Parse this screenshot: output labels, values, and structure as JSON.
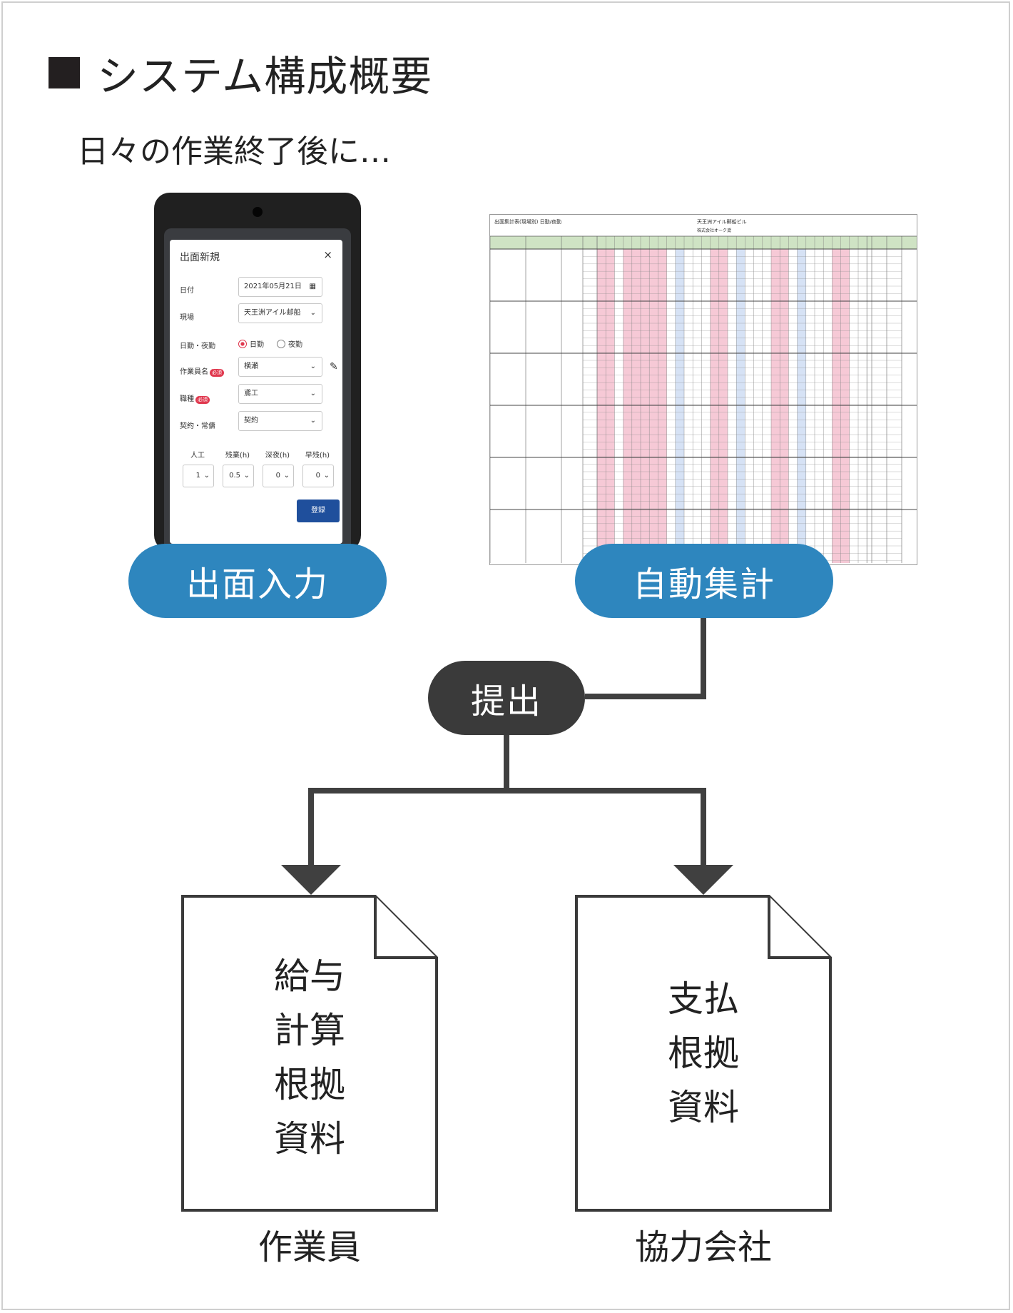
{
  "header": {
    "title": "システム構成概要",
    "subtitle": "日々の作業終了後に…"
  },
  "phone": {
    "modal_title": "出面新規",
    "close": "×",
    "fields": [
      {
        "label": "日付",
        "value": "2021年05月21日"
      },
      {
        "label": "現場",
        "value": "天王洲アイル邮船"
      },
      {
        "label": "日勤・夜勤"
      },
      {
        "label": "作業員名",
        "value": "横瀬",
        "required": "必須"
      },
      {
        "label": "職種",
        "value": "鳶工",
        "required": "必須"
      },
      {
        "label": "契約・常傭",
        "value": "契約"
      }
    ],
    "shift_options": [
      "日勤",
      "夜勤"
    ],
    "hour_labels": [
      "人工",
      "残業(h)",
      "深夜(h)",
      "早残(h)"
    ],
    "hour_values": [
      "1",
      "0.5",
      "0",
      "0"
    ],
    "register_button": "登録"
  },
  "sheet": {
    "title": "出面集計表(現場別) 日勤/夜勤",
    "site": "天王洲アイル郵船ビル",
    "company": "株式会社オーク鳶"
  },
  "steps": {
    "input": "出面入力",
    "aggregate": "自動集計",
    "submit": "提出"
  },
  "documents": [
    {
      "lines": [
        "給与",
        "計算",
        "根拠",
        "資料"
      ],
      "recipient": "作業員"
    },
    {
      "lines": [
        "支払",
        "根拠",
        "資料"
      ],
      "recipient": "協力会社"
    }
  ],
  "colors": {
    "pill_blue": "#2e86be",
    "pill_dark": "#3a3a3a",
    "connector": "#404040"
  }
}
